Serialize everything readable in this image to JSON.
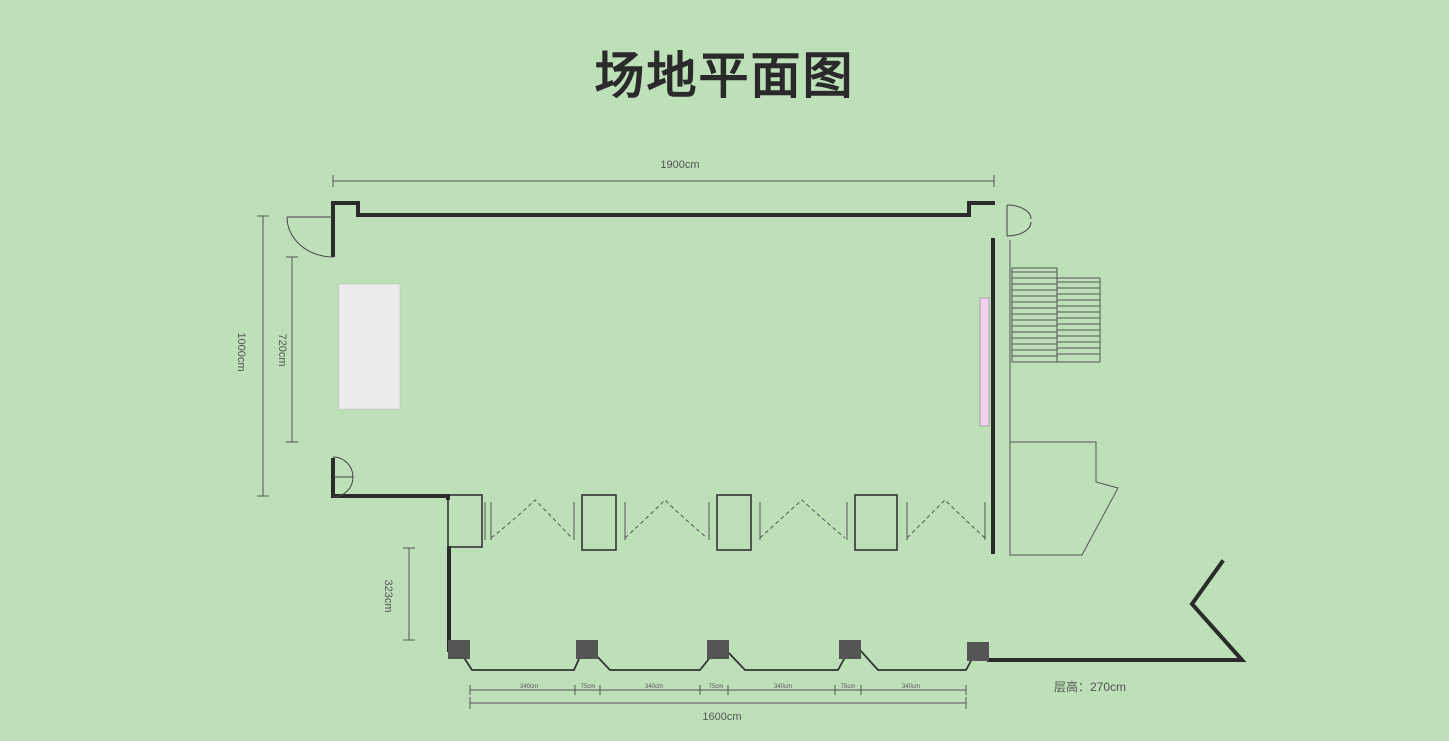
{
  "title": "场地平面图",
  "dimensions": {
    "top_width": "1900cm",
    "left_height": "1000cm",
    "inner_height": "720cm",
    "lower_height": "323cm",
    "bottom_width": "1600cm",
    "ceiling_height": "层高：270cm",
    "segments": [
      "340cm",
      "75cm",
      "340cm",
      "75cm",
      "340cm",
      "75cm",
      "340cm"
    ]
  },
  "colors": {
    "background": "#bde0b9",
    "wall": "#2b2b2b",
    "screen": "#ececec",
    "accent_panel": "#f3d0ee",
    "pillar": "#555555"
  }
}
